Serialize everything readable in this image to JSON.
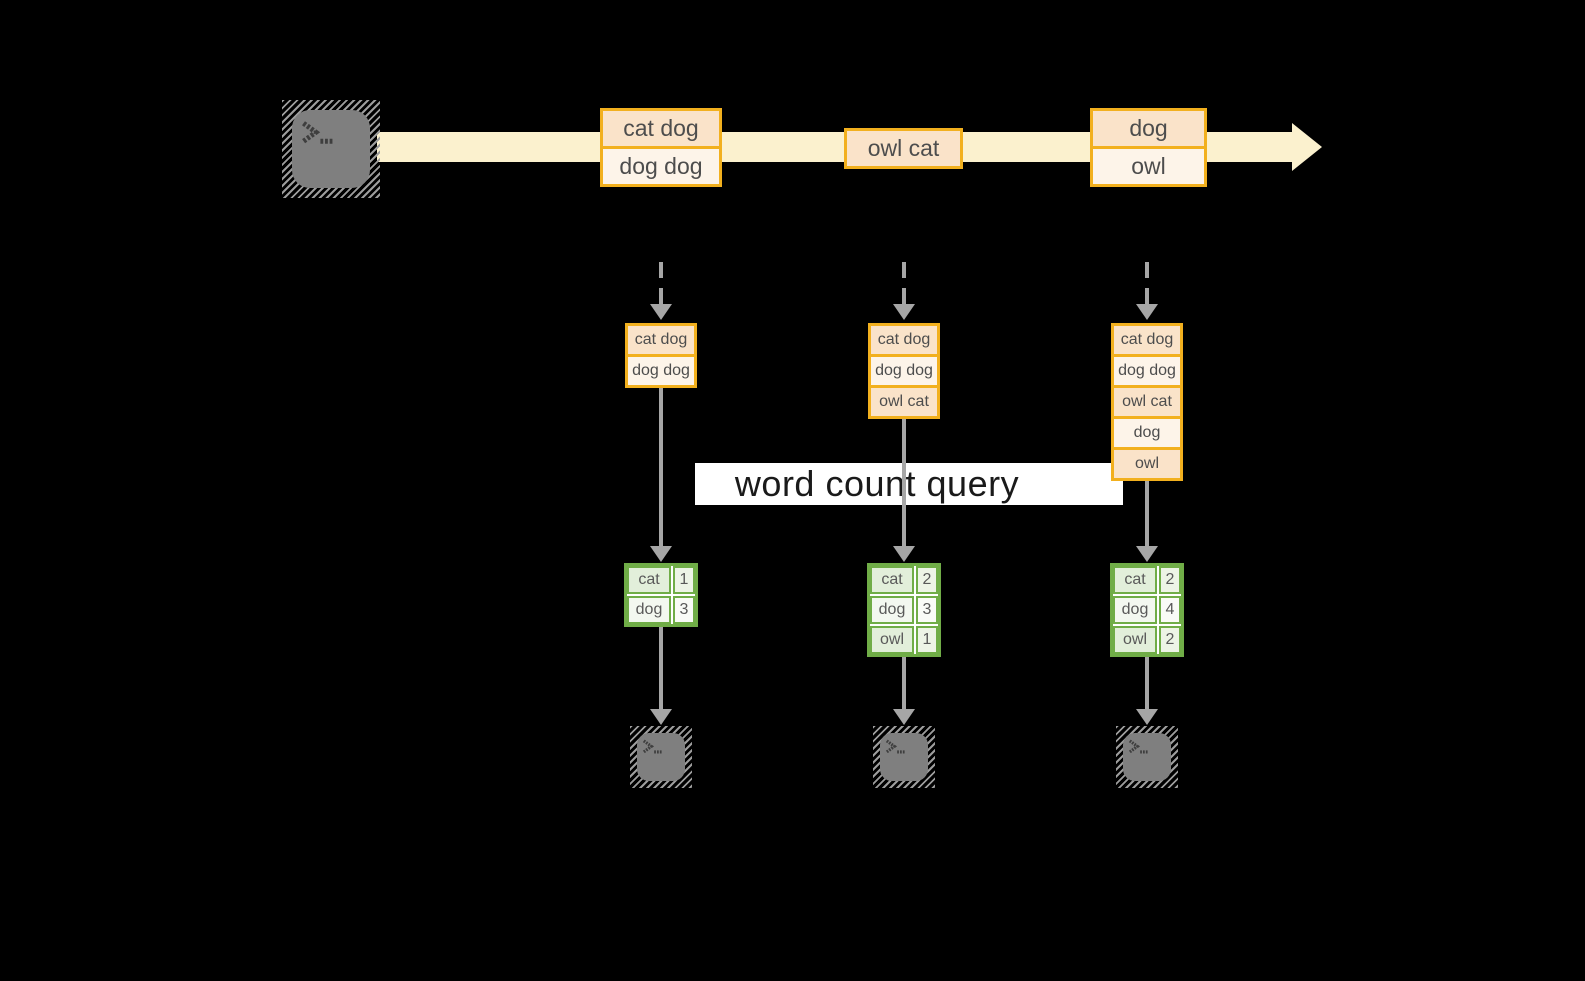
{
  "query_band": {
    "label": "word count query"
  },
  "stream": {
    "batches": [
      {
        "rows": [
          "cat dog",
          "dog dog"
        ]
      },
      {
        "rows": [
          "owl cat"
        ]
      },
      {
        "rows": [
          "dog",
          "owl"
        ]
      }
    ]
  },
  "columns": [
    {
      "input_rows": [
        "cat dog",
        "dog dog"
      ],
      "results": [
        {
          "word": "cat",
          "count": 1
        },
        {
          "word": "dog",
          "count": 3
        }
      ]
    },
    {
      "input_rows": [
        "cat dog",
        "dog dog",
        "owl cat"
      ],
      "results": [
        {
          "word": "cat",
          "count": 2
        },
        {
          "word": "dog",
          "count": 3
        },
        {
          "word": "owl",
          "count": 1
        }
      ]
    },
    {
      "input_rows": [
        "cat dog",
        "dog dog",
        "owl cat",
        "dog",
        "owl"
      ],
      "results": [
        {
          "word": "cat",
          "count": 2
        },
        {
          "word": "dog",
          "count": 4
        },
        {
          "word": "owl",
          "count": 2
        }
      ]
    }
  ],
  "icons": {
    "source": "terminal-icon",
    "sinks": [
      "terminal-icon",
      "terminal-icon",
      "terminal-icon"
    ],
    "prompt_glyph": ">_"
  },
  "colors": {
    "background": "#000000",
    "stream_arrow": "#FBF1CE",
    "box_border": "#F2B01E",
    "box_fill_dark": "#FAE3C9",
    "box_fill_light": "#FDF4E9",
    "table_border": "#70AD47",
    "table_fill_dark": "#E2EFDA",
    "table_fill_light": "#F3F8F0",
    "arrow_gray": "#A6A6A6",
    "terminal_gray": "#7F7F7F",
    "query_band_bg": "#FFFFFF",
    "text_dark": "#4D4D4D"
  }
}
